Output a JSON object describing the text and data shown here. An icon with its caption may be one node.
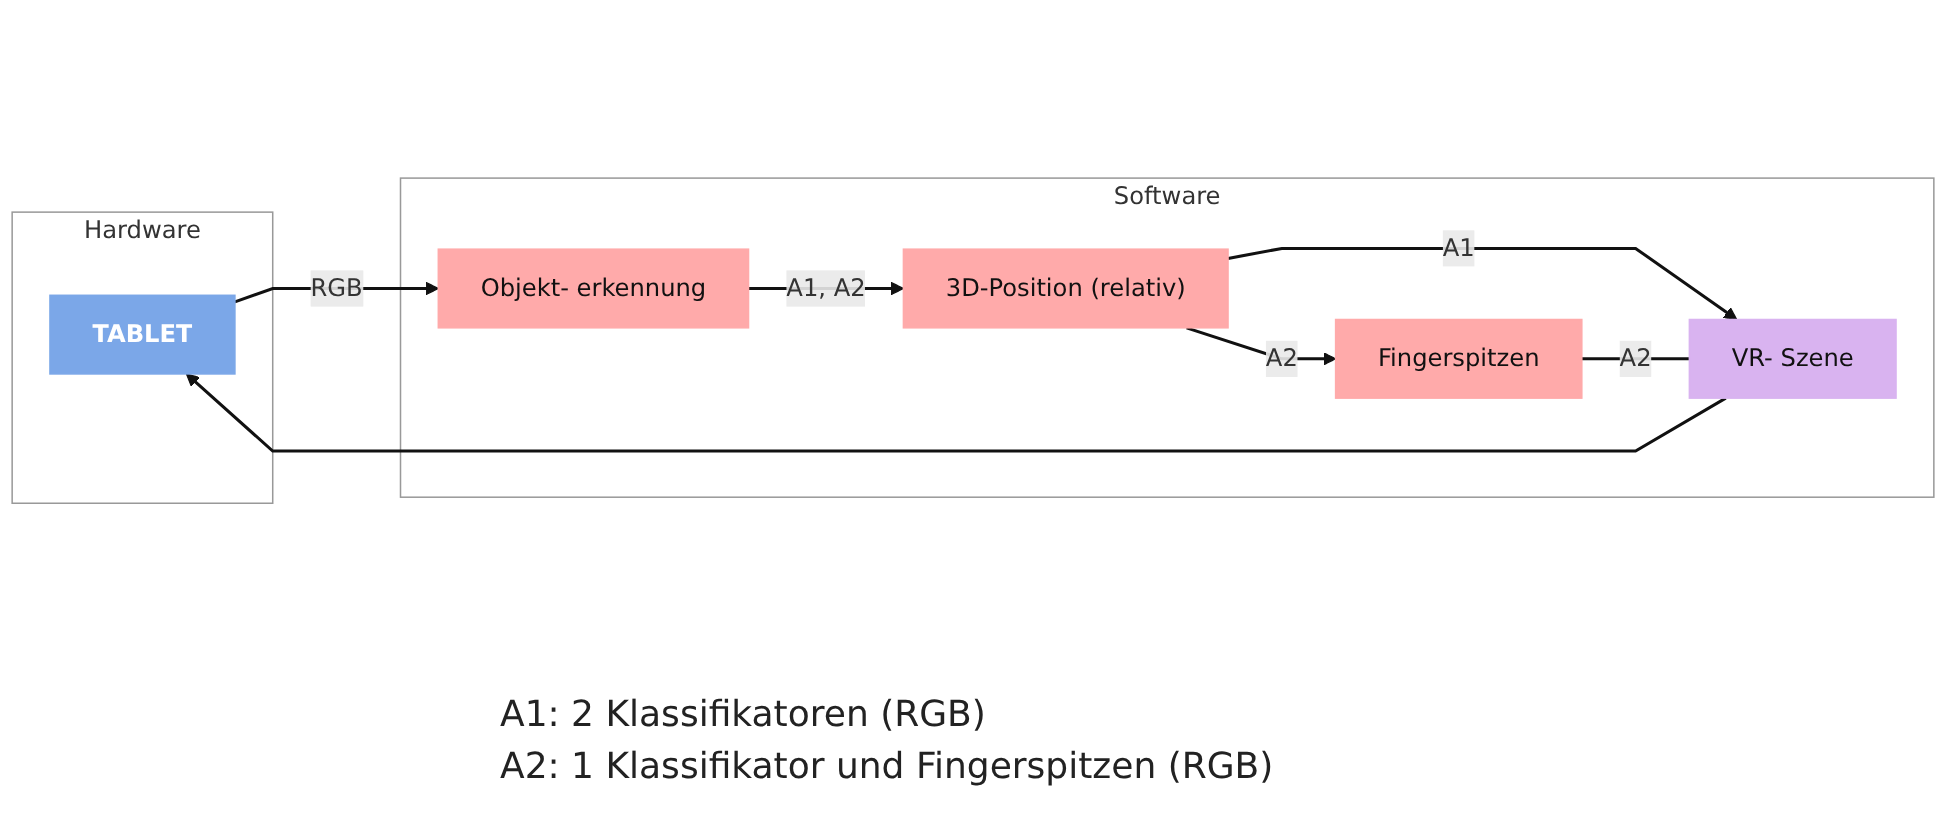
{
  "diagram": {
    "nodes": [
      {
        "text": [
          "Hardware"
        ]
      },
      {
        "text": [
          "TABLET"
        ],
        "in": 0
      },
      {
        "text": [
          "Software"
        ]
      },
      {
        "text": [
          "Objekt- erkennung"
        ],
        "in": 2
      },
      {
        "text": [
          "3D-Position (relativ)"
        ],
        "in": 2
      },
      {
        "text": [
          "Fingerspitzen"
        ],
        "in": 2
      },
      {
        "text": [
          "VR- Szene"
        ],
        "in": 2
      }
    ],
    "edges": [
      {
        "from": 1,
        "to": 3,
        "arrow": "to",
        "label": "RGB"
      },
      {
        "from": 3,
        "to": 4,
        "arrow": "to",
        "label": "A1, A2"
      },
      {
        "from": 4,
        "to": 5,
        "arrow": "to",
        "label": "A2"
      },
      {
        "from": 4,
        "to": 6,
        "arrow": "to",
        "label": "A1"
      },
      {
        "from": 5,
        "to": 6,
        "arrow": "none",
        "label": "A2"
      },
      {
        "from": 6,
        "to": 1,
        "arrow": "to"
      }
    ],
    "labels": [
      "A1: 2 Klassifikatoren (RGB)",
      "A2: 1 Klassifikator und Fingerspitzen (RGB)"
    ]
  }
}
